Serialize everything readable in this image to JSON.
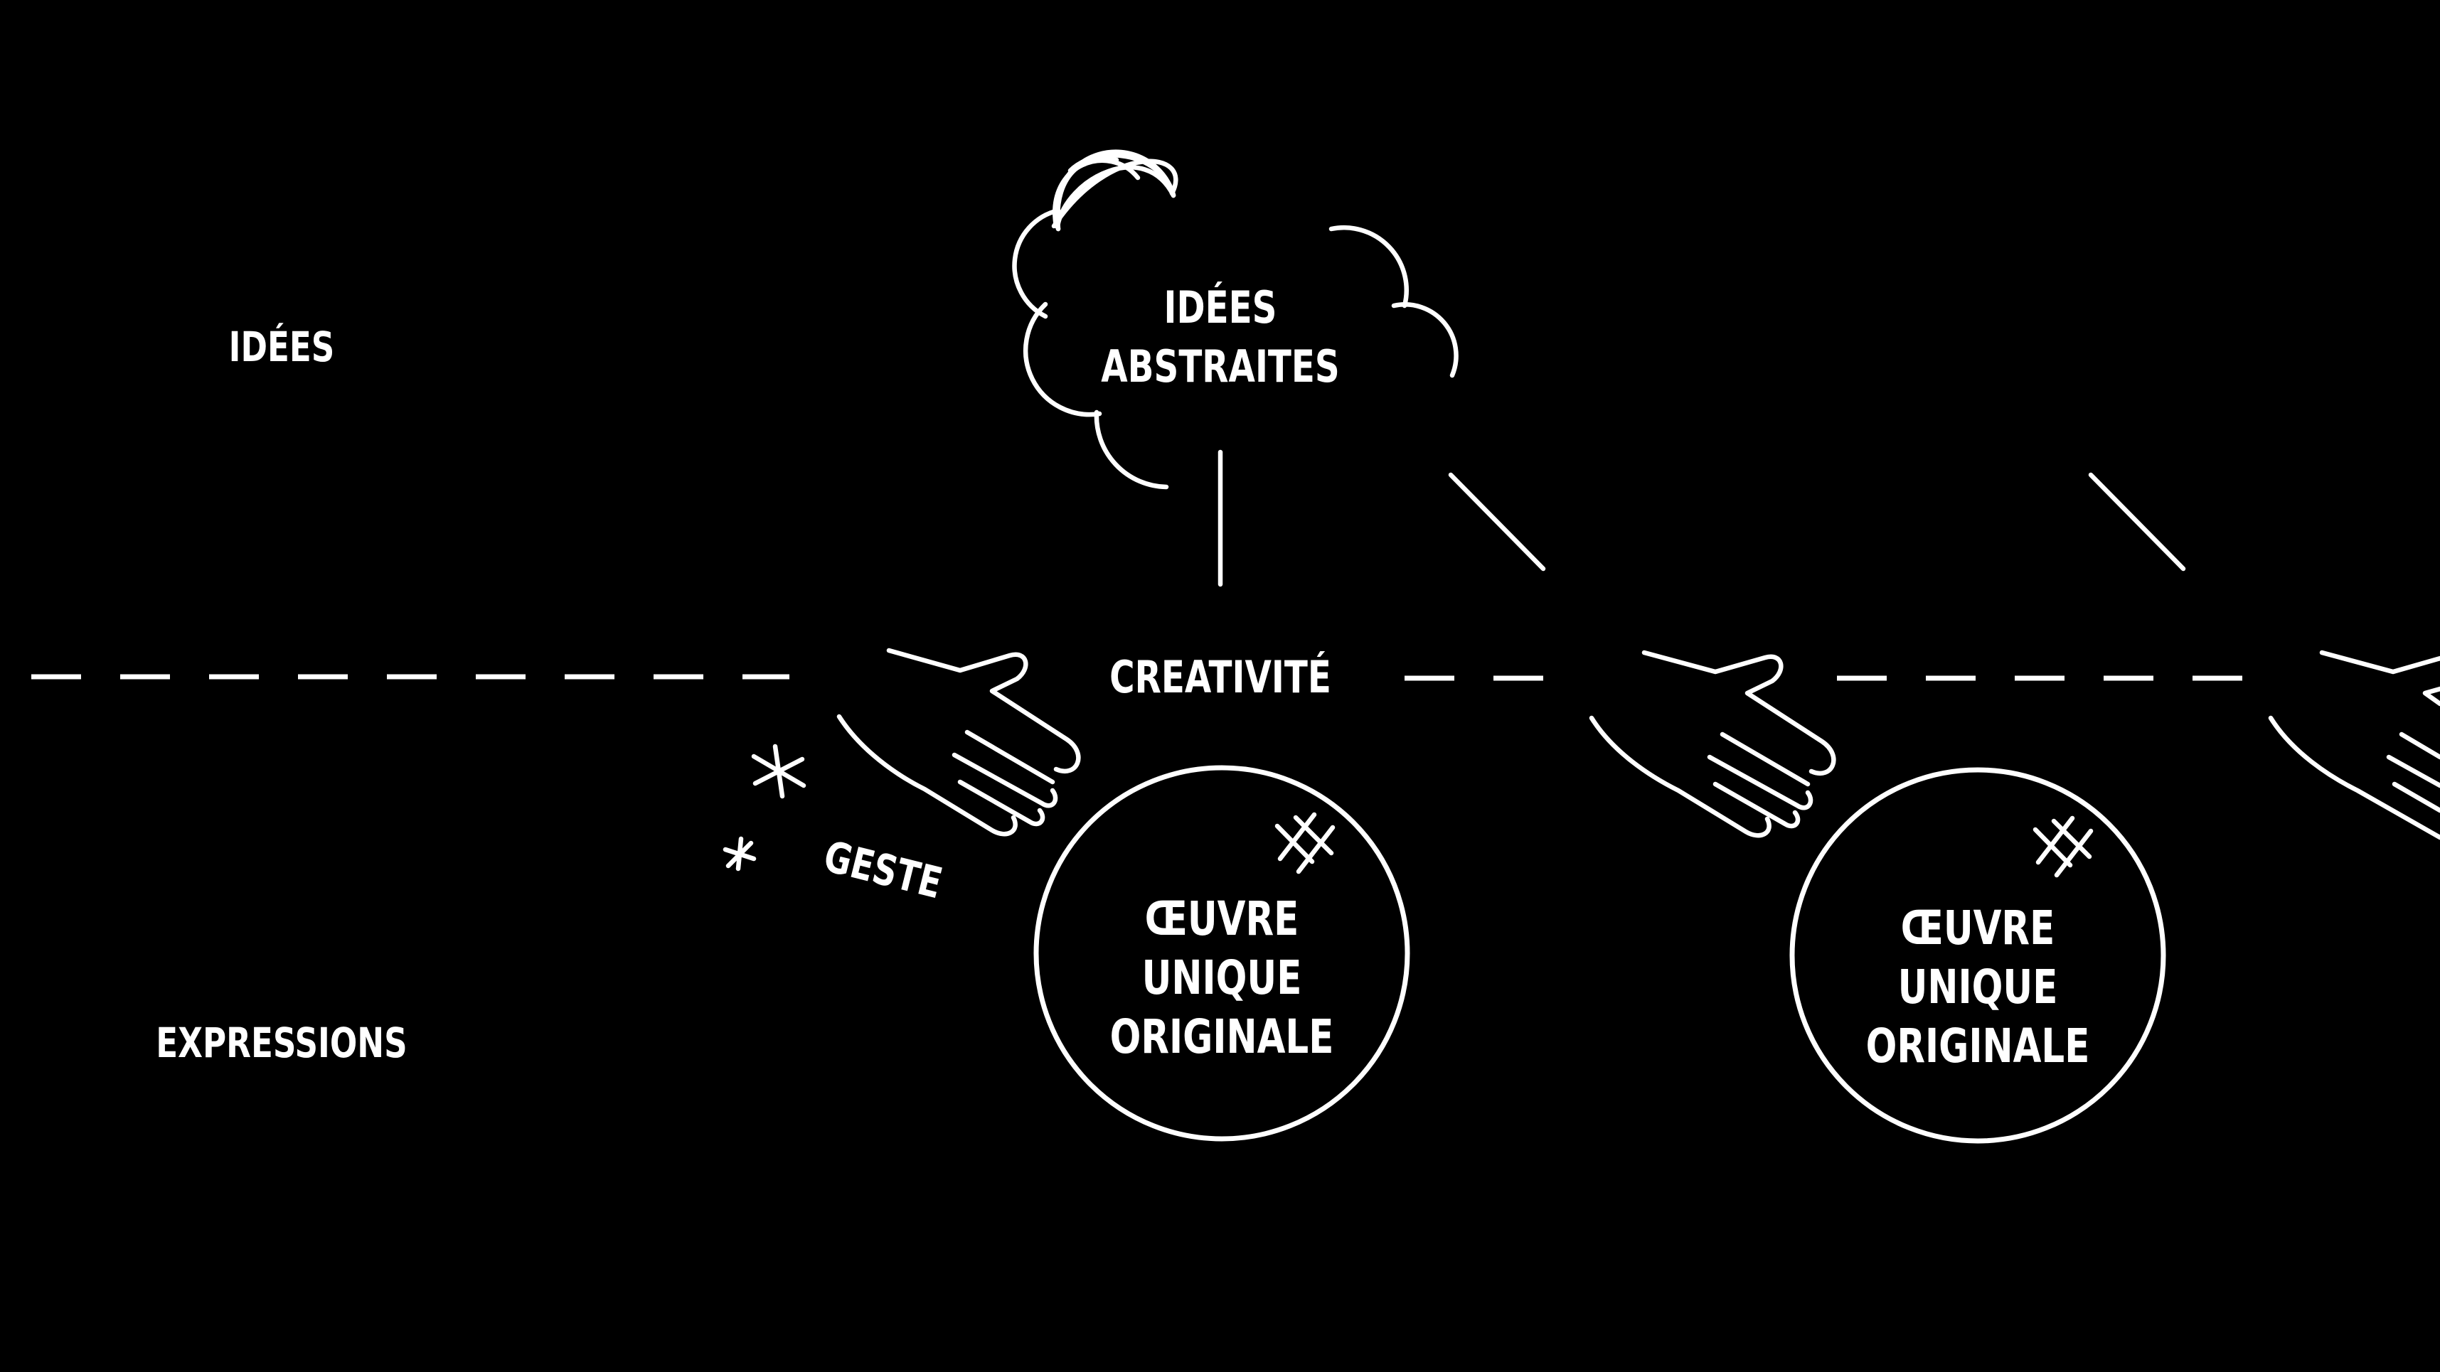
{
  "diagram": {
    "labels": {
      "ideas": "IDÉES",
      "expressions": "EXPRESSIONS",
      "creativity": "CREATIVITÉ",
      "gesture": "GESTE"
    },
    "cloud_text": [
      "IDÉES",
      "ABSTRAITES"
    ],
    "works": [
      {
        "lines": [
          "ŒUVRE",
          "UNIQUE",
          "ORIGINALE"
        ]
      },
      {
        "lines": [
          "ŒUVRE",
          "UNIQUE",
          "ORIGINALE"
        ]
      }
    ],
    "colors": {
      "background": "#000000",
      "foreground": "#ffffff"
    },
    "icons": [
      "cloud-icon",
      "hand-icon",
      "sparkle-icon",
      "hashtag-icon"
    ]
  }
}
